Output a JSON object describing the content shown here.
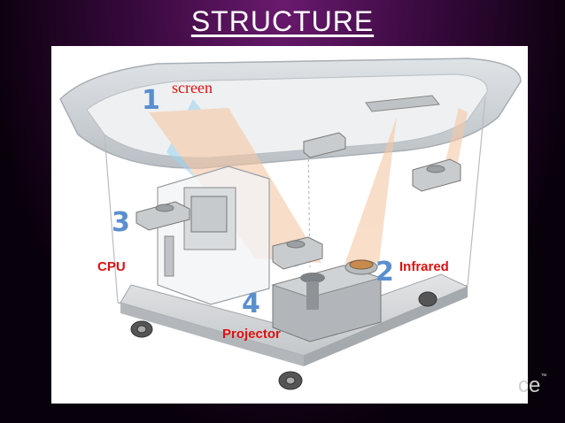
{
  "slide": {
    "title": "STRUCTURE"
  },
  "labels": {
    "screen": "screen",
    "cpu": "CPU",
    "infrared": "Infrared",
    "projector": "Projector"
  },
  "numbers": {
    "n1": "1",
    "n2": "2",
    "n3": "3",
    "n4": "4"
  },
  "corner_mark": {
    "text": "ce",
    "tm": "™"
  },
  "colors": {
    "label_red": "#dd1111",
    "number_blue": "#5a8fcf",
    "beam_blue": "#8ed2f0",
    "beam_orange": "#f2b48a"
  }
}
